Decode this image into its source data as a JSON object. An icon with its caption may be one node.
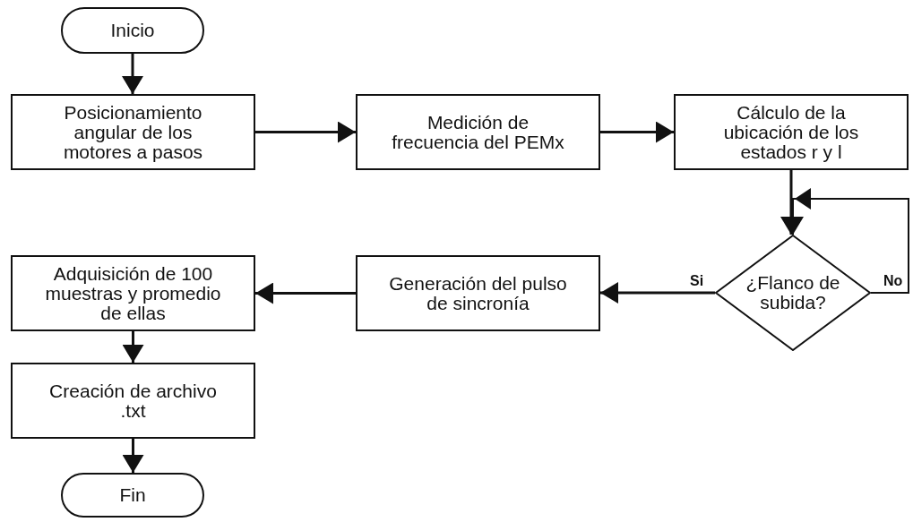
{
  "diagram": {
    "nodes": [
      {
        "text": [
          "Inicio"
        ]
      },
      {
        "text": [
          "Posicionamiento angular de los motores a pasos"
        ]
      },
      {
        "text": [
          "Medición de frecuencia del PEMx"
        ]
      },
      {
        "text": [
          "Cálculo de la ubicación de los estados r y l"
        ]
      },
      {
        "text": [
          "¿Flanco de subida?"
        ]
      },
      {
        "text": [
          "Generación del pulso de sincronía"
        ]
      },
      {
        "text": [
          "Adquisición de 100 muestras y promedio de ellas"
        ]
      },
      {
        "text": [
          "Creación de archivo .txt"
        ]
      },
      {
        "text": [
          "Fin"
        ]
      }
    ],
    "edges": [
      {
        "from": 0,
        "to": 1,
        "arrow": "to"
      },
      {
        "from": 1,
        "to": 2,
        "arrow": "to"
      },
      {
        "from": 2,
        "to": 3,
        "arrow": "to"
      },
      {
        "from": 3,
        "to": 4,
        "arrow": "to"
      },
      {
        "from": 4,
        "to": 5,
        "arrow": "to",
        "label": "Si"
      },
      {
        "from": 5,
        "to": 6,
        "arrow": "to"
      },
      {
        "from": 6,
        "to": 7,
        "arrow": "to"
      },
      {
        "from": 7,
        "to": 8,
        "arrow": "to"
      },
      {
        "from": 4,
        "to": 4,
        "arrow": "to",
        "label": "No"
      }
    ]
  }
}
